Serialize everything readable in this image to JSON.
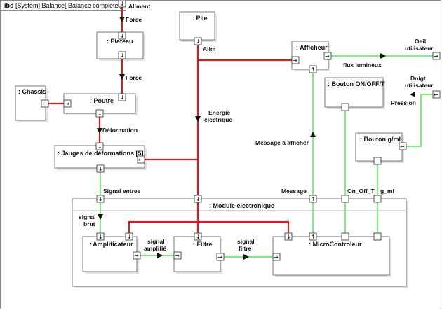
{
  "diagram": {
    "tab": {
      "kind": "ibd",
      "path": "[System] Balance[ Balance complete ]"
    },
    "blocks": {
      "plateau": ": Plateau",
      "poutre": ": Poutre",
      "chassis": ": Chassis",
      "jauges": ": Jauges de déformations [5]",
      "pile": ": Pile",
      "afficheur": ": Afficheur",
      "bouton_onoff": ": Bouton ON/OFF/T",
      "bouton_g": ": Bouton g/ml",
      "module": ": Module électronique",
      "amplificateur": ": Amplificateur",
      "filtre": ": Filtre",
      "microcontroleur": ": MicroControleur"
    },
    "labels": {
      "aliment": "Aliment",
      "force1": "Force",
      "force2": "Force",
      "deformation": "Déformation",
      "signal_entree": "Signal entree",
      "signal_brut_1": "signal",
      "signal_brut_2": "brut",
      "signal_amplifie_1": "signal",
      "signal_amplifie_2": "amplifié",
      "signal_filtre_1": "signal",
      "signal_filtre_2": "filtré",
      "alim": "Alim",
      "energie_1": "Energie",
      "energie_2": "électrique",
      "oeil_1": "Oeil",
      "oeil_2": "utilisateur",
      "flux": "flux lumineux",
      "doigt_1": "Doigt",
      "doigt_2": "utilisateur",
      "pression": "Pression",
      "message_a_afficher": "Message à afficher",
      "message": "Message",
      "on_off_t": "On_Off_T",
      "g_ml": "g_ml"
    },
    "colors": {
      "energy_flow": "#cc2222",
      "information_flow": "#86e886",
      "block_border": "#7a7a7a"
    }
  }
}
